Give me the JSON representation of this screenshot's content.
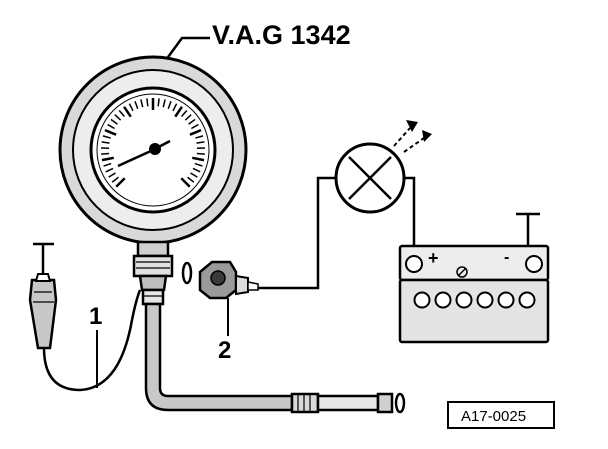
{
  "diagram": {
    "tester_label": "V.A.G 1342",
    "callout_1": "1",
    "callout_2": "2",
    "figure_ref": "A17-0025",
    "battery_plus": "+",
    "battery_minus": "-"
  }
}
